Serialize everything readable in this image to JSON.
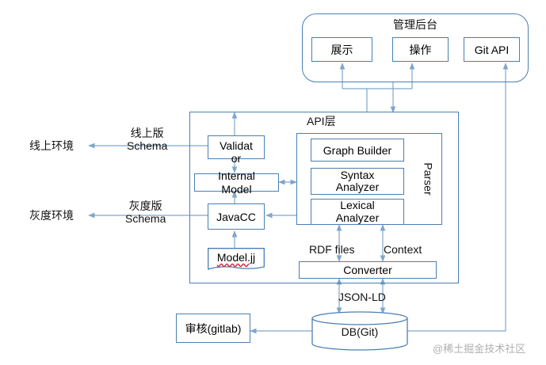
{
  "admin": {
    "title": "管理后台",
    "show": "展示",
    "operate": "操作",
    "git_api": "Git API"
  },
  "api": {
    "title": "API层",
    "validator": "Validat\nor",
    "internal_model": "Internal\nModel",
    "javacc": "JavaCC",
    "model_jj": "Model.jj"
  },
  "parser": {
    "label": "Parser",
    "graph_builder": "Graph Builder",
    "syntax_analyzer": "Syntax\nAnalyzer",
    "lexical_analyzer": "Lexical\nAnalyzer"
  },
  "flows": {
    "rdf_files": "RDF files",
    "context": "Context",
    "converter": "Converter",
    "json_ld": "JSON-LD"
  },
  "environments": {
    "online_schema": "线上版\nSchema",
    "online_env": "线上环境",
    "gray_schema": "灰度版\nSchema",
    "gray_env": "灰度环境"
  },
  "storage": {
    "review": "审核(gitlab)",
    "db": "DB(Git)"
  },
  "watermark": "@稀土掘金技术社区",
  "colors": {
    "line": "#4a7fb3",
    "arrow": "#7fa6cc",
    "text": "#111111",
    "watermark": "#b0b0b0"
  }
}
